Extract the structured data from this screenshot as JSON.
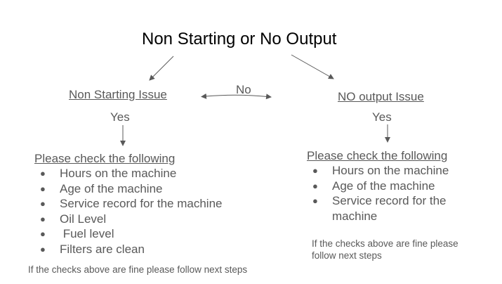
{
  "title": "Non Starting or No Output",
  "left_branch": {
    "heading": "Non Starting Issue",
    "yes_label": "Yes",
    "check_heading": "Please check the following",
    "checks": [
      "Hours on the machine",
      "Age of the machine",
      "Service record for the machine",
      "Oil Level",
      " Fuel level",
      "Filters are clean"
    ],
    "note": "If the checks above are fine please follow next steps"
  },
  "connector": {
    "no_label": "No"
  },
  "right_branch": {
    "heading": "NO output Issue",
    "yes_label": "Yes",
    "check_heading": "Please check the following",
    "checks": [
      "Hours on the machine",
      "Age of the machine",
      "Service record for the machine"
    ],
    "note_lines": [
      "If the checks above are fine please",
      "follow next steps"
    ]
  },
  "colors": {
    "text_primary": "#000000",
    "text_secondary": "#595959",
    "arrow": "#595959"
  }
}
